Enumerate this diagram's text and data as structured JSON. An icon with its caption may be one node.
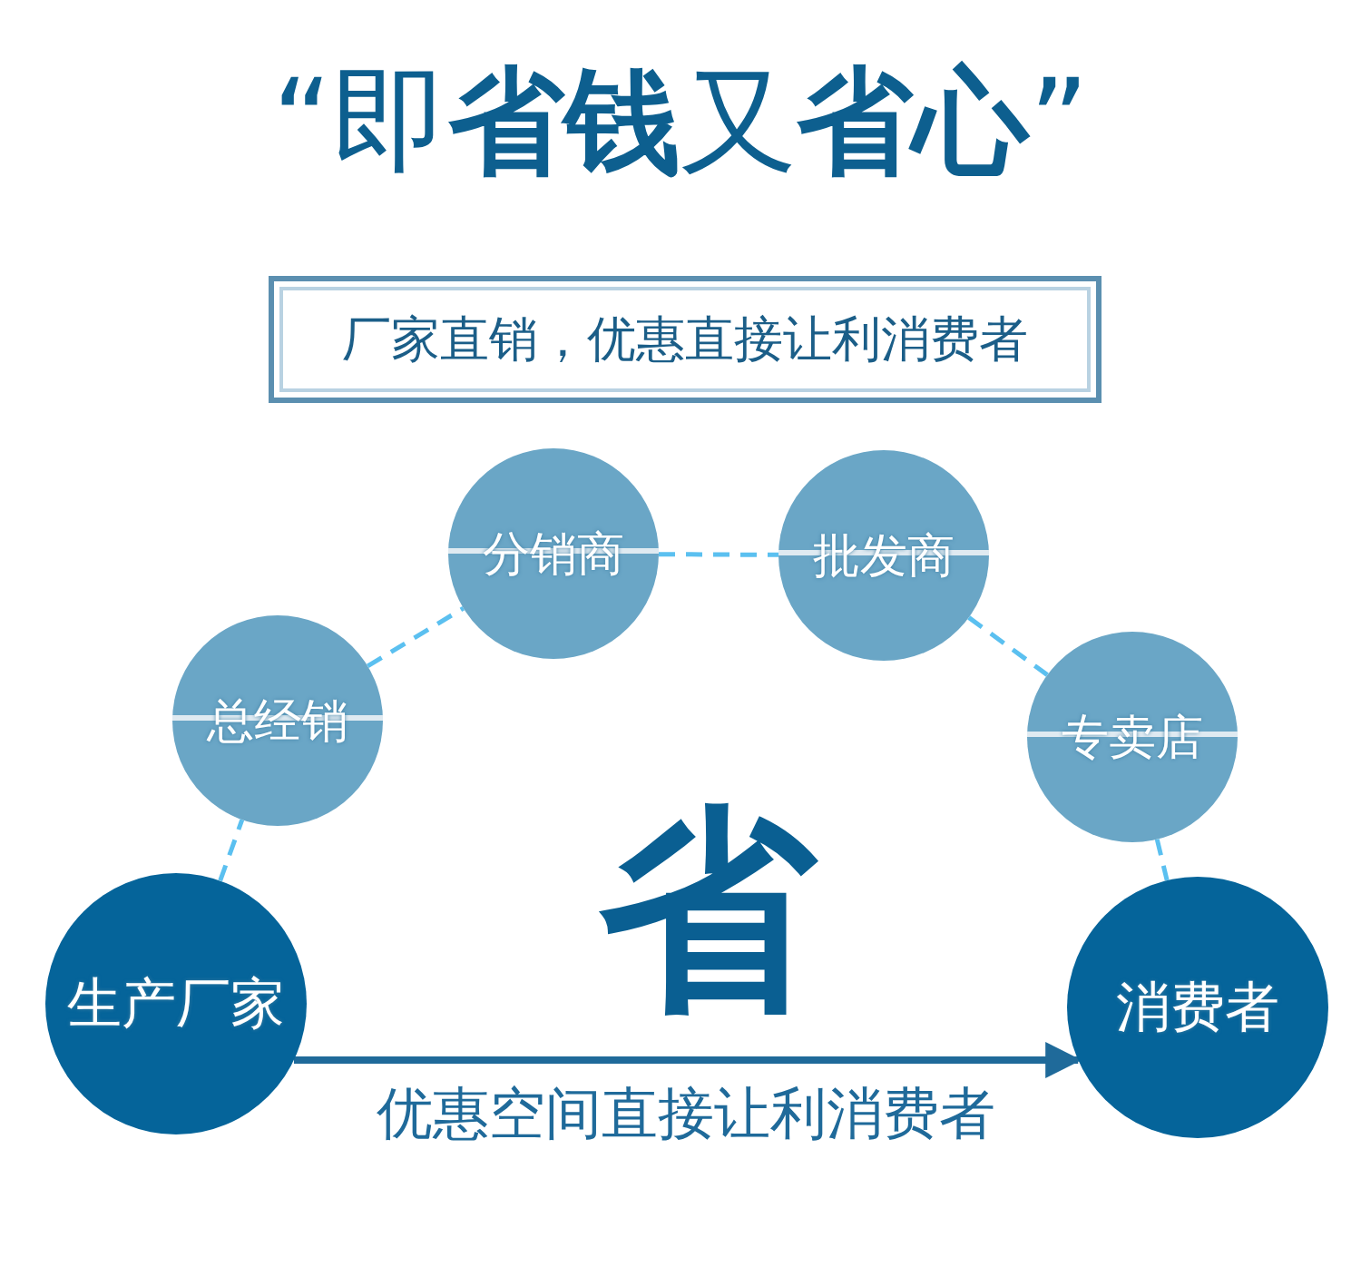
{
  "diagram": {
    "title": "“即**省钱**又**省心**”",
    "nodes": [
      {
        "text": [
          "厂家直销，优惠直接让利消费者"
        ]
      },
      {
        "text": [
          "生产厂家"
        ]
      },
      {
        "text": [
          "总经销"
        ]
      },
      {
        "text": [
          "分销商"
        ]
      },
      {
        "text": [
          "批发商"
        ]
      },
      {
        "text": [
          "专卖店"
        ]
      },
      {
        "text": [
          "消费者"
        ]
      }
    ],
    "edges": [
      {
        "from": 1,
        "to": 2,
        "arrow": "none",
        "style": "dashed",
        "color": "#5bc0f0"
      },
      {
        "from": 2,
        "to": 3,
        "arrow": "none",
        "style": "dashed",
        "color": "#5bc0f0"
      },
      {
        "from": 3,
        "to": 4,
        "arrow": "none",
        "style": "dashed",
        "color": "#5bc0f0"
      },
      {
        "from": 4,
        "to": 5,
        "arrow": "none",
        "style": "dashed",
        "color": "#5bc0f0"
      },
      {
        "from": 5,
        "to": 6,
        "arrow": "none",
        "style": "dashed",
        "color": "#5bc0f0"
      },
      {
        "from": 1,
        "to": 6,
        "arrow": "to",
        "label": "优惠空间直接让利消费者"
      }
    ],
    "labels": [
      "省"
    ]
  }
}
